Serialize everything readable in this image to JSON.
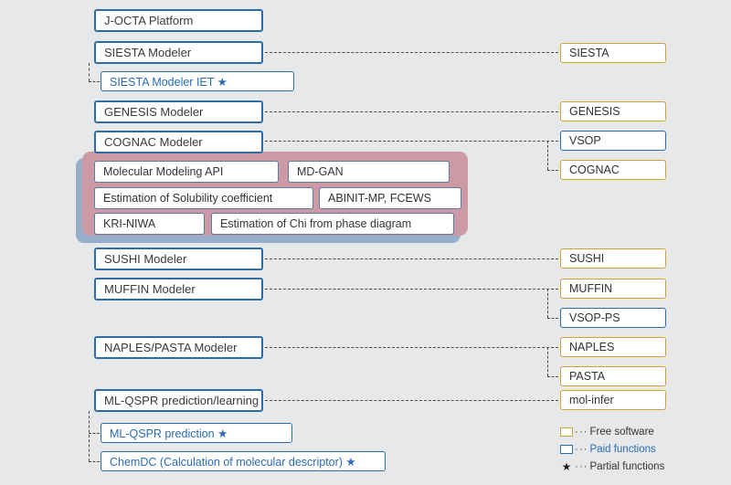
{
  "nodes": {
    "jocta": "J-OCTA Platform",
    "siesta_modeler": "SIESTA Modeler",
    "siesta_modeler_iet": "SIESTA Modeler IET ★",
    "genesis_modeler": "GENESIS Modeler",
    "cognac_modeler": "COGNAC Modeler",
    "mol_modeling_api": "Molecular Modeling API",
    "md_gan": "MD-GAN",
    "est_solubility": "Estimation of Solubility coefficient",
    "abinit": "ABINIT-MP, FCEWS",
    "kri_niwa": "KRI-NIWA",
    "est_chi": "Estimation of Chi from phase diagram",
    "sushi_modeler": "SUSHI Modeler",
    "muffin_modeler": "MUFFIN Modeler",
    "naples_pasta_modeler": "NAPLES/PASTA Modeler",
    "ml_qspr": "ML-QSPR prediction/learning",
    "ml_qspr_prediction": "ML-QSPR prediction ★",
    "chemdc": "ChemDC (Calculation of molecular descriptor) ★",
    "siesta": "SIESTA",
    "genesis": "GENESIS",
    "vsop": "VSOP",
    "cognac": "COGNAC",
    "sushi": "SUSHI",
    "muffin": "MUFFIN",
    "vsop_ps": "VSOP-PS",
    "naples": "NAPLES",
    "pasta": "PASTA",
    "mol_infer": "mol-infer"
  },
  "connections": [
    [
      "siesta_modeler",
      "siesta"
    ],
    [
      "siesta_modeler",
      "siesta_modeler_iet"
    ],
    [
      "genesis_modeler",
      "genesis"
    ],
    [
      "cognac_modeler",
      "vsop"
    ],
    [
      "cognac_modeler",
      "cognac"
    ],
    [
      "sushi_modeler",
      "sushi"
    ],
    [
      "muffin_modeler",
      "muffin"
    ],
    [
      "muffin_modeler",
      "vsop_ps"
    ],
    [
      "naples_pasta_modeler",
      "naples"
    ],
    [
      "naples_pasta_modeler",
      "pasta"
    ],
    [
      "ml_qspr",
      "mol_infer"
    ],
    [
      "ml_qspr",
      "ml_qspr_prediction"
    ],
    [
      "ml_qspr",
      "chemdc"
    ]
  ],
  "legend": {
    "free_label": "Free software",
    "paid_label": "Paid functions",
    "partial_label": "Partial functions",
    "star": "★",
    "dots": "···"
  },
  "colors": {
    "background": "#e7e8ea",
    "modeler_border": "#2e6da4",
    "free_software_border": "#d2a23a",
    "paid_function_border": "#2e6da4",
    "paid_text": "#2a6db5",
    "highlight_panel": "#cc9aa5",
    "panel_shadow": "#97aecb",
    "connector": "#4a4a4a"
  }
}
